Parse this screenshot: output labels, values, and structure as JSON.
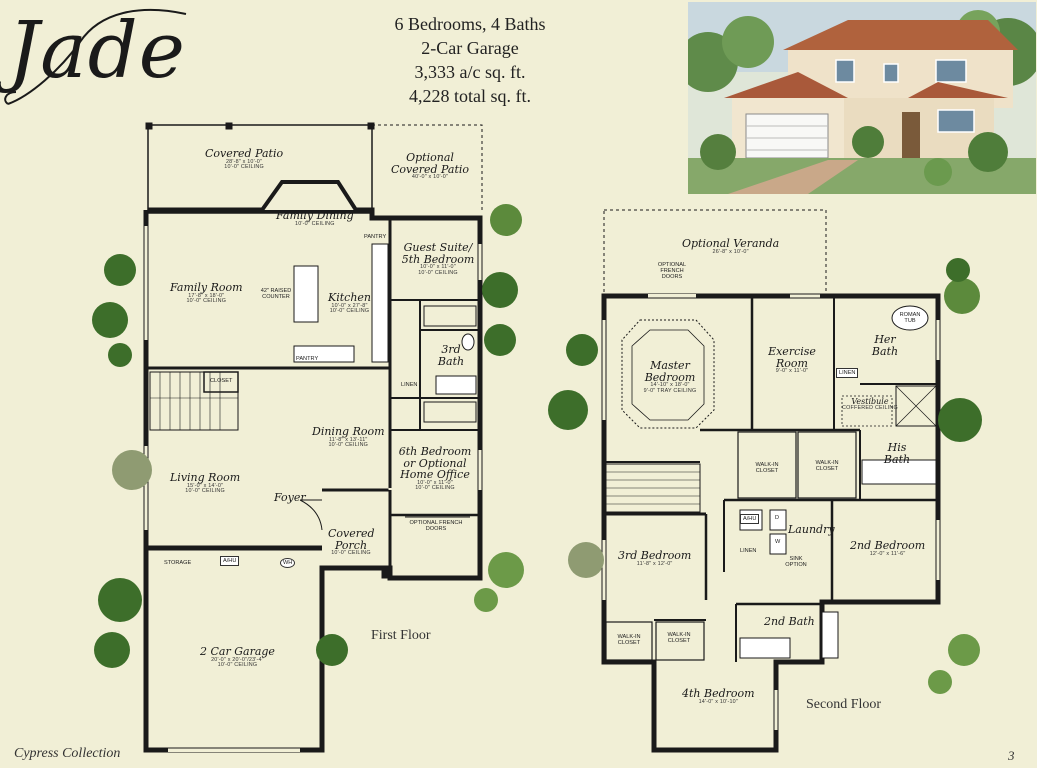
{
  "header": {
    "title": "Jade",
    "specs": [
      "6 Bedrooms, 4 Baths",
      "2-Car Garage",
      "3,333 a/c sq. ft.",
      "4,228 total sq. ft."
    ]
  },
  "footer": {
    "collection": "Cypress Collection",
    "page_number": "3"
  },
  "first_floor": {
    "label": "First Floor",
    "rooms": {
      "covered_patio": {
        "name": "Covered Patio",
        "dims": "28'-8\" x 10'-0\"",
        "ceiling": "10'-0\" CEILING"
      },
      "optional_patio": {
        "name": "Optional Covered Patio",
        "dims": "40'-0\" x 10'-0\""
      },
      "family_dining": {
        "name": "Family Dining",
        "ceiling": "10'-0\" CEILING"
      },
      "family_room": {
        "name": "Family Room",
        "dims": "17'-8\" x 18'-0\"",
        "ceiling": "10'-0\" CEILING"
      },
      "kitchen": {
        "name": "Kitchen",
        "dims": "10'-0\" x 27'-8\"",
        "ceiling": "10'-0\" CEILING"
      },
      "guest_suite": {
        "name": "Guest Suite/ 5th Bedroom",
        "dims": "10'-0\" x 11'-0\"",
        "ceiling": "10'-0\" CEILING"
      },
      "third_bath": {
        "name": "3rd Bath"
      },
      "dining_room": {
        "name": "Dining Room",
        "dims": "11'-8\" x 13'-11\"",
        "ceiling": "10'-0\" CEILING"
      },
      "sixth_bedroom": {
        "name": "6th Bedroom or Optional Home Office",
        "dims": "10'-0\" x 11'-0\"",
        "ceiling": "10'-0\" CEILING"
      },
      "living_room": {
        "name": "Living Room",
        "dims": "15'-0\" x 14'-0\"",
        "ceiling": "10'-0\" CEILING"
      },
      "foyer": {
        "name": "Foyer"
      },
      "covered_porch": {
        "name": "Covered Porch",
        "ceiling": "10'-0\" CEILING"
      },
      "garage": {
        "name": "2 Car Garage",
        "dims": "20'-0\" x 20'-0\"/23'-4\"",
        "ceiling": "10'-0\" CEILING"
      }
    },
    "tags": {
      "pantry_top": "PANTRY",
      "pantry_bottom": "PANTRY",
      "raised_counter": "42\" RAISED COUNTER",
      "closet": "CLOSET",
      "linen": "LINEN",
      "french_doors": "OPTIONAL FRENCH DOORS",
      "storage": "STORAGE",
      "ahu": "A/HU",
      "wh": "WH"
    }
  },
  "second_floor": {
    "label": "Second Floor",
    "rooms": {
      "veranda": {
        "name": "Optional Veranda",
        "dims": "26'-8\" x 10'-0\""
      },
      "master": {
        "name": "Master Bedroom",
        "dims": "14'-10\" x 18'-0\"",
        "ceiling": "9'-0\" TRAY CEILING"
      },
      "exercise": {
        "name": "Exercise Room",
        "dims": "9'-0\" x 11'-0\""
      },
      "her_bath": {
        "name": "Her Bath"
      },
      "vestibule": {
        "name": "Vestibule",
        "ceiling": "COFFERED CEILING"
      },
      "his_bath": {
        "name": "His Bath"
      },
      "laundry": {
        "name": "Laundry"
      },
      "second_bedroom": {
        "name": "2nd Bedroom",
        "dims": "12'-0\" x 11'-6\""
      },
      "third_bedroom": {
        "name": "3rd Bedroom",
        "dims": "11'-8\" x 12'-0\""
      },
      "second_bath": {
        "name": "2nd Bath"
      },
      "fourth_bedroom": {
        "name": "4th Bedroom",
        "dims": "14'-0\" x 10'-10\""
      }
    },
    "tags": {
      "french_doors": "OPTIONAL FRENCH DOORS",
      "roman_tub": "ROMAN TUB",
      "linen_top": "LINEN",
      "linen_laundry": "LINEN",
      "walk_in_1": "WALK-IN CLOSET",
      "walk_in_2": "WALK-IN CLOSET",
      "walk_in_3": "WALK-IN CLOSET",
      "walk_in_4": "WALK-IN CLOSET",
      "ahu": "A/HU",
      "dryer": "D",
      "washer": "W",
      "sink_option": "SINK OPTION"
    }
  },
  "colors": {
    "background": "#f1efd6",
    "wall": "#1a1a1a",
    "foliage": "#3d6e2a",
    "roof": "#b0623d"
  }
}
